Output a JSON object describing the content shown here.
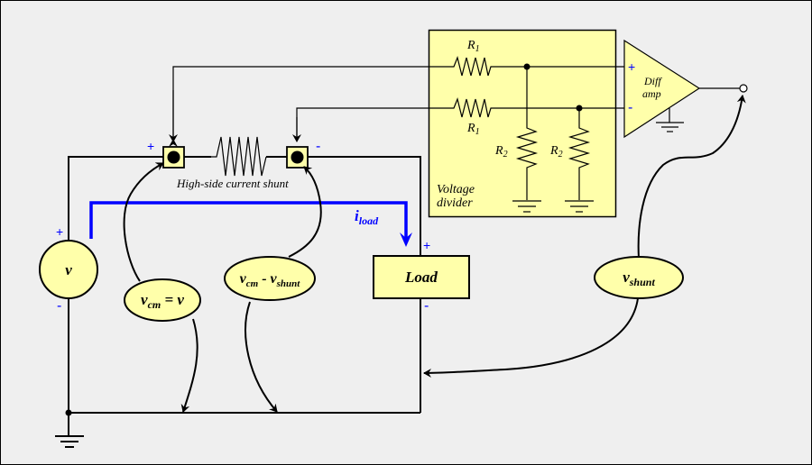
{
  "diagram": {
    "title": "High-side current shunt measurement with voltage divider and differential amplifier",
    "colors": {
      "background": "#efefef",
      "component_fill": "#ffffaa",
      "wire": "#000000",
      "current": "#0000ff",
      "polarity": "#0000ff"
    },
    "source": {
      "label": "v",
      "plus": "+",
      "minus": "-"
    },
    "shunt": {
      "label": "High-side current shunt",
      "plus": "+",
      "minus": "-"
    },
    "current": {
      "symbol": "i",
      "subscript": "load"
    },
    "load": {
      "label": "Load",
      "plus": "+",
      "minus": "-"
    },
    "voltage_divider": {
      "label_line1": "Voltage",
      "label_line2": "divider",
      "r1_top": {
        "symbol": "R",
        "subscript": "1"
      },
      "r1_bottom": {
        "symbol": "R",
        "subscript": "1"
      },
      "r2_left": {
        "symbol": "R",
        "subscript": "2"
      },
      "r2_right": {
        "symbol": "R",
        "subscript": "2"
      }
    },
    "diff_amp": {
      "line1": "Diff",
      "line2": "amp",
      "plus": "+",
      "minus": "-"
    },
    "bubbles": {
      "vcm_eq_v": {
        "v": "v",
        "sub": "cm",
        "rest": " = v"
      },
      "vcm_minus_vshunt": {
        "v1": "v",
        "sub1": "cm",
        "mid": " - v",
        "sub2": "shunt"
      },
      "vshunt": {
        "v": "v",
        "sub": "shunt"
      }
    }
  }
}
